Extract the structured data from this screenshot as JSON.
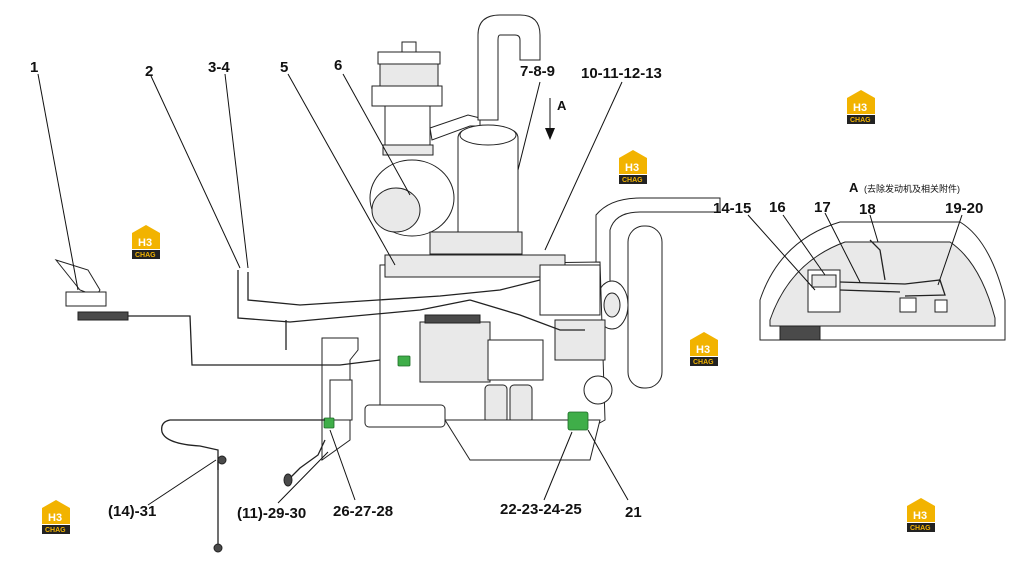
{
  "callouts": {
    "c1": "1",
    "c2": "2",
    "c3_4": "3-4",
    "c5": "5",
    "c6": "6",
    "c7_8_9": "7-8-9",
    "c10_13": "10-11-12-13",
    "c14_31": "(14)-31",
    "c11_29_30": "(11)-29-30",
    "c26_28": "26-27-28",
    "c22_25": "22-23-24-25",
    "c21": "21",
    "c14_15": "14-15",
    "c16": "16",
    "c17": "17",
    "c18": "18",
    "c19_20": "19-20"
  },
  "view": {
    "arrow_label": "A",
    "title_letter": "A",
    "title_note": "(去除发动机及相关附件)"
  },
  "watermark": {
    "mark": "H3",
    "sub": "CHAG",
    "color": "#f2b300"
  }
}
